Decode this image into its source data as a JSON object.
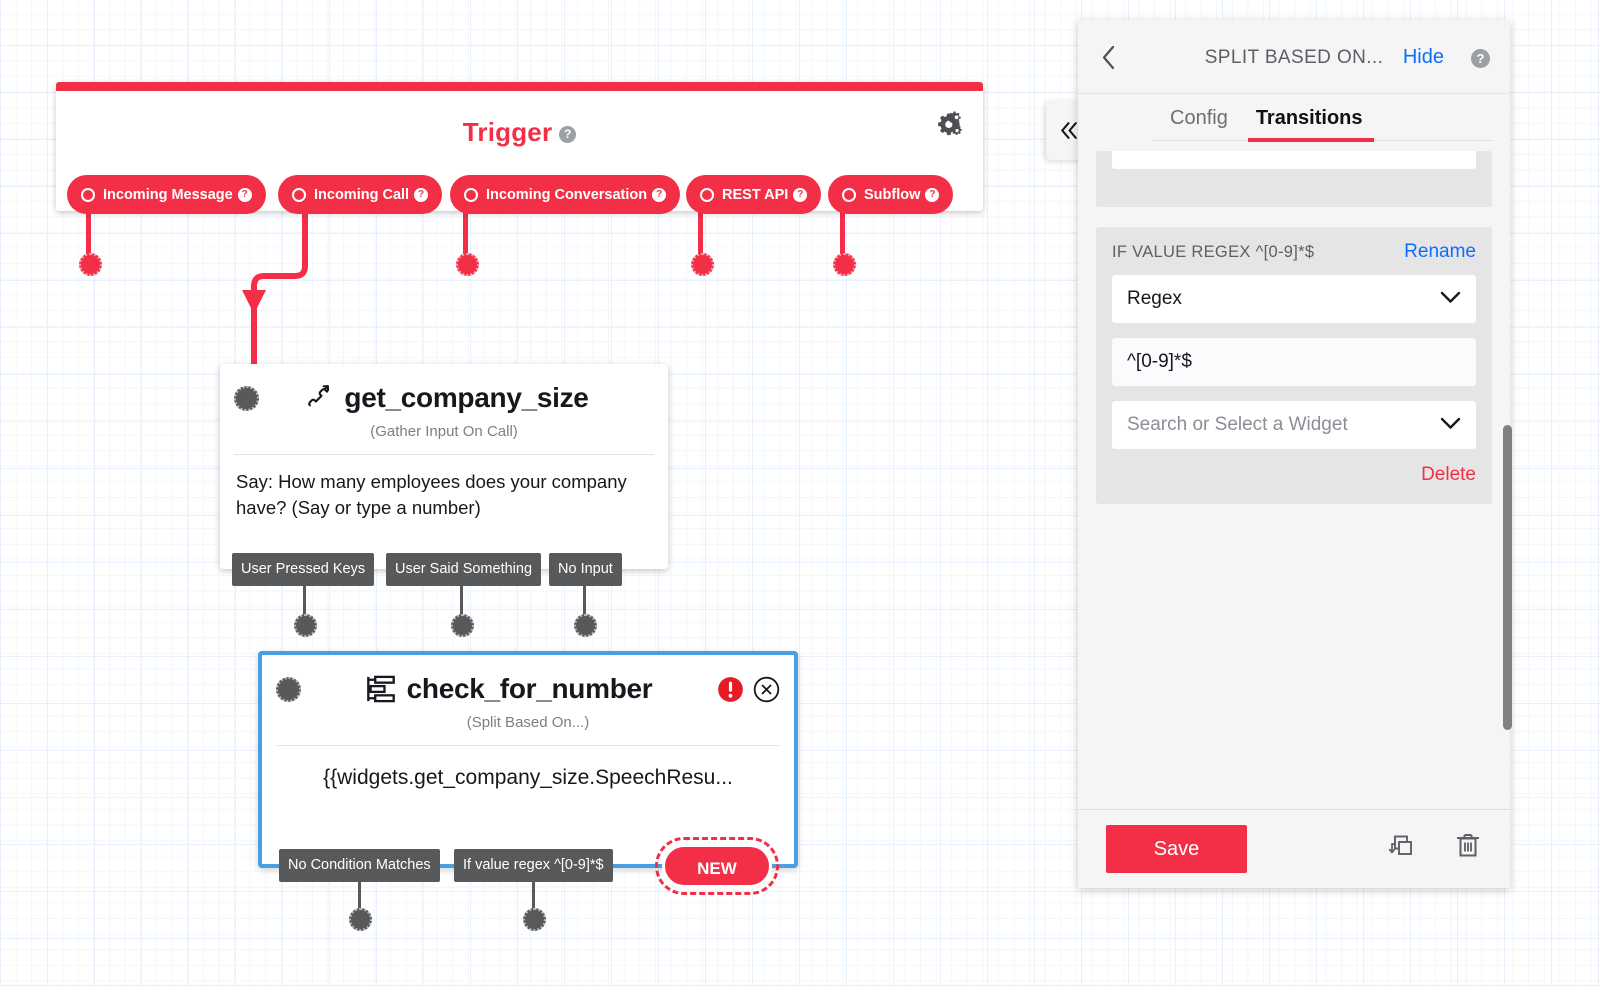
{
  "canvas": {
    "trigger": {
      "title": "Trigger",
      "help_icon": "question-mark-icon",
      "settings_icon": "gear-icon",
      "accent_color": "#f22f46",
      "pills": [
        {
          "label": "Incoming Message",
          "help": "?"
        },
        {
          "label": "Incoming Call",
          "help": "?"
        },
        {
          "label": "Incoming Conversation",
          "help": "?"
        },
        {
          "label": "REST API",
          "help": "?"
        },
        {
          "label": "Subflow",
          "help": "?"
        }
      ]
    },
    "widgets": [
      {
        "name": "get_company_size",
        "type_icon": "phone-handset-icon",
        "subtitle": "(Gather Input On Call)",
        "body": "Say: How many employees does your company have? (Say or type a number)",
        "outputs": [
          "User Pressed Keys",
          "User Said Something",
          "No Input"
        ]
      },
      {
        "name": "check_for_number",
        "type_icon": "split-branches-icon",
        "subtitle": "(Split Based On...)",
        "body": "{{widgets.get_company_size.SpeechResu...",
        "selected": true,
        "error_icon": "error-exclamation-icon",
        "close_icon": "close-circle-icon",
        "outputs": [
          "No Condition Matches",
          "If value regex ^[0-9]*$"
        ],
        "new_label": "NEW"
      }
    ]
  },
  "panel": {
    "back_icon": "chevron-left-icon",
    "title": "SPLIT BASED ON...",
    "hide_label": "Hide",
    "hide_help": "?",
    "collapse_icon": "double-chevron-left-icon",
    "tabs": [
      {
        "label": "Config",
        "active": false
      },
      {
        "label": "Transitions",
        "active": true
      }
    ],
    "transition_card": {
      "label": "IF VALUE REGEX ^[0-9]*$",
      "rename_label": "Rename",
      "condition_type": "Regex",
      "condition_value": "^[0-9]*$",
      "widget_placeholder": "Search or Select a Widget",
      "delete_label": "Delete",
      "chevron_icon": "chevron-down-icon"
    },
    "footer": {
      "save_label": "Save",
      "copy_icon": "duplicate-icon",
      "trash_icon": "trash-icon"
    },
    "accent_color": "#f22f46",
    "link_color": "#0d6efd"
  }
}
